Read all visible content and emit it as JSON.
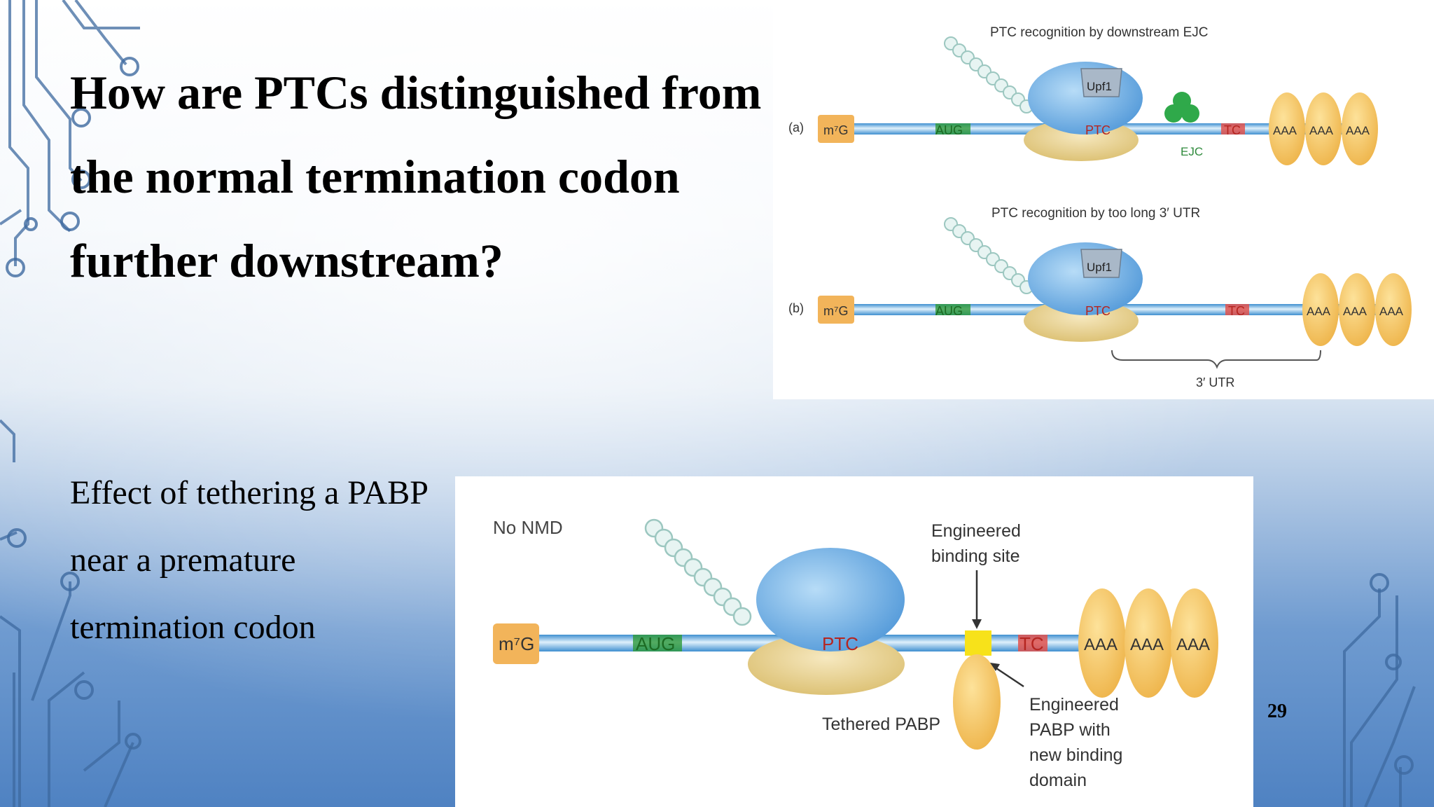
{
  "slide": {
    "title_lines": [
      "How are PTCs distinguished from",
      "the normal termination codon",
      "further downstream?"
    ],
    "body_lines": [
      "Effect of tethering a PABP",
      "near a premature",
      "termination codon"
    ],
    "page_number": "29"
  },
  "figure_top": {
    "panel_a": {
      "heading": "PTC recognition by downstream EJC",
      "panel_label": "(a)",
      "cap": "m⁷G",
      "start_codon": "AUG",
      "ptc": "PTC",
      "upf": "Upf1",
      "ejc": "EJC",
      "tc": "TC",
      "polya": [
        "AAA",
        "AAA",
        "AAA"
      ]
    },
    "panel_b": {
      "heading": "PTC recognition by too long 3′ UTR",
      "panel_label": "(b)",
      "cap": "m⁷G",
      "start_codon": "AUG",
      "ptc": "PTC",
      "upf": "Upf1",
      "tc": "TC",
      "polya": [
        "AAA",
        "AAA",
        "AAA"
      ],
      "utr_label": "3′ UTR"
    }
  },
  "figure_bottom": {
    "heading": "No NMD",
    "cap": "m⁷G",
    "start_codon": "AUG",
    "ptc": "PTC",
    "tc": "TC",
    "polya": [
      "AAA",
      "AAA",
      "AAA"
    ],
    "binding_site_label": [
      "Engineered",
      "binding site"
    ],
    "tethered_label": "Tethered PABP",
    "engineered_pabp_label": [
      "Engineered",
      "PABP with",
      "new binding",
      "domain"
    ]
  },
  "colors": {
    "mrna_blue": "#4f9ad6",
    "cap_fill": "#f2b45a",
    "aug_green": "#2e9a3a",
    "ptc_red": "#e0524e",
    "ribosome_blue": "#6fb0e6",
    "ribosome_tan": "#e9d49a",
    "pabp_yellow": "#f5cf68",
    "ejc_green": "#2fa94a",
    "binding_site_yellow": "#f7e21a"
  }
}
